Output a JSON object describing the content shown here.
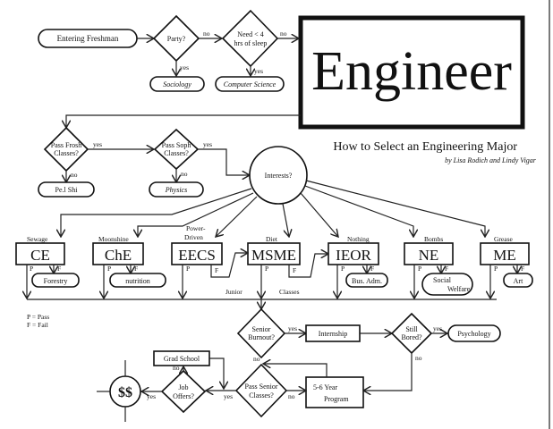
{
  "title": "Engineer",
  "subtitle": "How to Select an Engineering Major",
  "byline": "by Lisa Rodich and Lindy Vigar",
  "start": "Entering Freshman",
  "decisions": {
    "party": "Party?",
    "sleep_line1": "Need < 4",
    "sleep_line2": "hrs of sleep",
    "pass_frosh_line1": "Pass Frosh",
    "pass_frosh_line2": "Classes?",
    "pass_soph_line1": "Pass Soph",
    "pass_soph_line2": "Classes?",
    "interests": "Interests?",
    "senior_burnout_line1": "Senior",
    "senior_burnout_line2": "Burnout?",
    "still_bored_line1": "Still",
    "still_bored_line2": "Bored?",
    "pass_senior_line1": "Pass Senior",
    "pass_senior_line2": "Classes?",
    "job_offers_line1": "Job",
    "job_offers_line2": "Offers?"
  },
  "outcomes": {
    "sociology": "Sociology",
    "computer_science": "Computer Science",
    "pe_shi": "Pe.l Shi",
    "physics": "Physics",
    "forestry": "Forestry",
    "nutrition": "nutrition",
    "bus_adm": "Bus. Adm.",
    "social_welfare_line1": "Social",
    "social_welfare_line2": "Welfare",
    "art": "Art",
    "psychology": "Psychology",
    "internship": "Internship",
    "program_line1": "5-6 Year",
    "program_line2": "Program",
    "grad_school": "Grad School",
    "money": "$$"
  },
  "majors": [
    {
      "code": "CE",
      "interest": "Sewage"
    },
    {
      "code": "ChE",
      "interest": "Moonshine"
    },
    {
      "code": "EECS",
      "interest_line1": "Power-",
      "interest_line2": "Driven"
    },
    {
      "code": "MSME",
      "interest": "Diet"
    },
    {
      "code": "IEOR",
      "interest": "Nothing"
    },
    {
      "code": "NE",
      "interest": "Bombs"
    },
    {
      "code": "ME",
      "interest": "Grease"
    }
  ],
  "edge_labels": {
    "yes": "yes",
    "no": "no",
    "pass": "P",
    "fail": "F",
    "junior": "Junior",
    "classes": "Classes"
  },
  "legend": {
    "pass": "P = Pass",
    "fail": "F = Fail"
  }
}
